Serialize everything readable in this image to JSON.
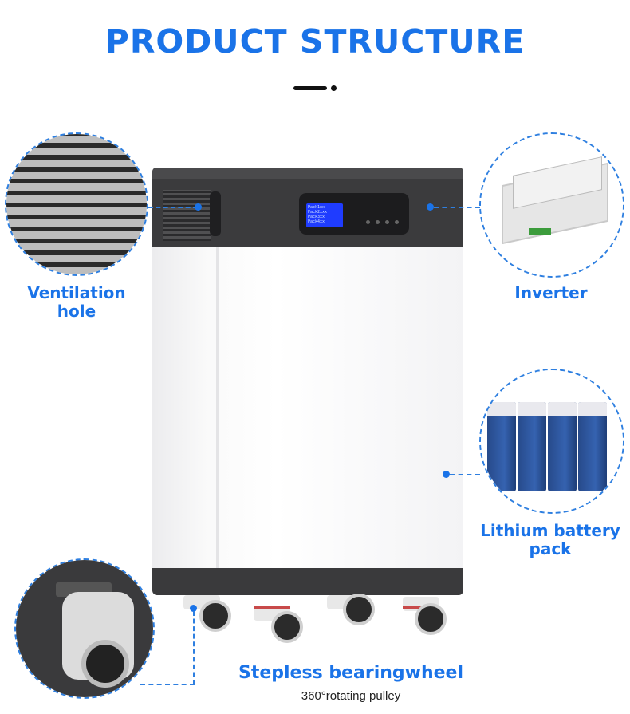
{
  "header": {
    "title": "PRODUCT STRUCTURE"
  },
  "callouts": {
    "ventilation": {
      "label_line1": "Ventilation",
      "label_line2": "hole"
    },
    "inverter": {
      "label": "Inverter"
    },
    "battery": {
      "label_line1": "Lithium battery",
      "label_line2": "pack"
    },
    "wheel": {
      "label": "Stepless bearingwheel",
      "sublabel": "360°rotating pulley"
    }
  },
  "lcd_lines": [
    "Pack1xx",
    "Pack2xxx",
    "Pack3xx",
    "Pack4xx"
  ],
  "colors": {
    "accent": "#1a73e8",
    "cabinet_dark": "#3b3b3d",
    "cabinet_light": "#ffffff"
  }
}
